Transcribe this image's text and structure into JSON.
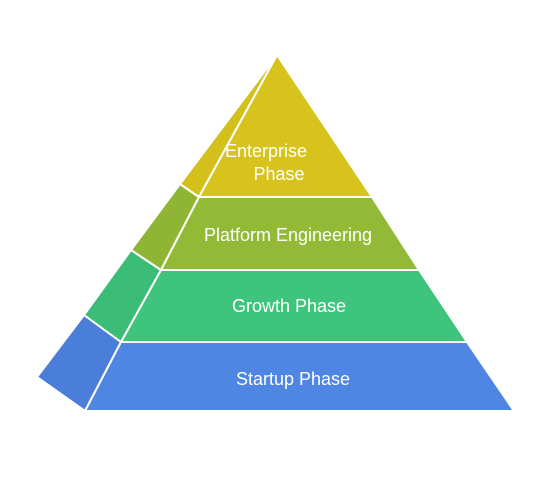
{
  "layers": [
    {
      "id": "startup",
      "lines": [
        "Startup Phase"
      ],
      "front_color": "#4f86e3",
      "side_color": "#4a7ed8"
    },
    {
      "id": "growth",
      "lines": [
        "Growth Phase"
      ],
      "front_color": "#3fc47e",
      "side_color": "#3bbd78"
    },
    {
      "id": "platform",
      "lines": [
        "Platform Engineering"
      ],
      "front_color": "#93ba36",
      "side_color": "#8eb533"
    },
    {
      "id": "enterprise",
      "lines": [
        "Enterprise",
        "Phase"
      ],
      "front_color": "#d7c31c",
      "side_color": "#d4c01a"
    }
  ]
}
